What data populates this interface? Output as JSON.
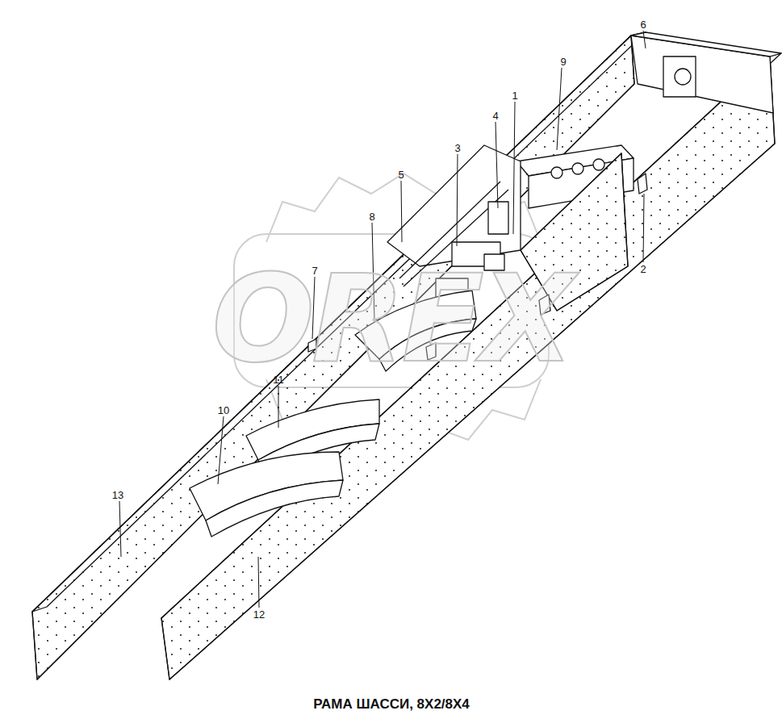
{
  "diagram": {
    "caption": "РАМА ШАССИ, 8X2/8X4",
    "labels": [
      "6",
      "9",
      "1",
      "4",
      "3",
      "5",
      "8",
      "2",
      "7",
      "11",
      "10",
      "13",
      "12",
      "OREX"
    ]
  }
}
